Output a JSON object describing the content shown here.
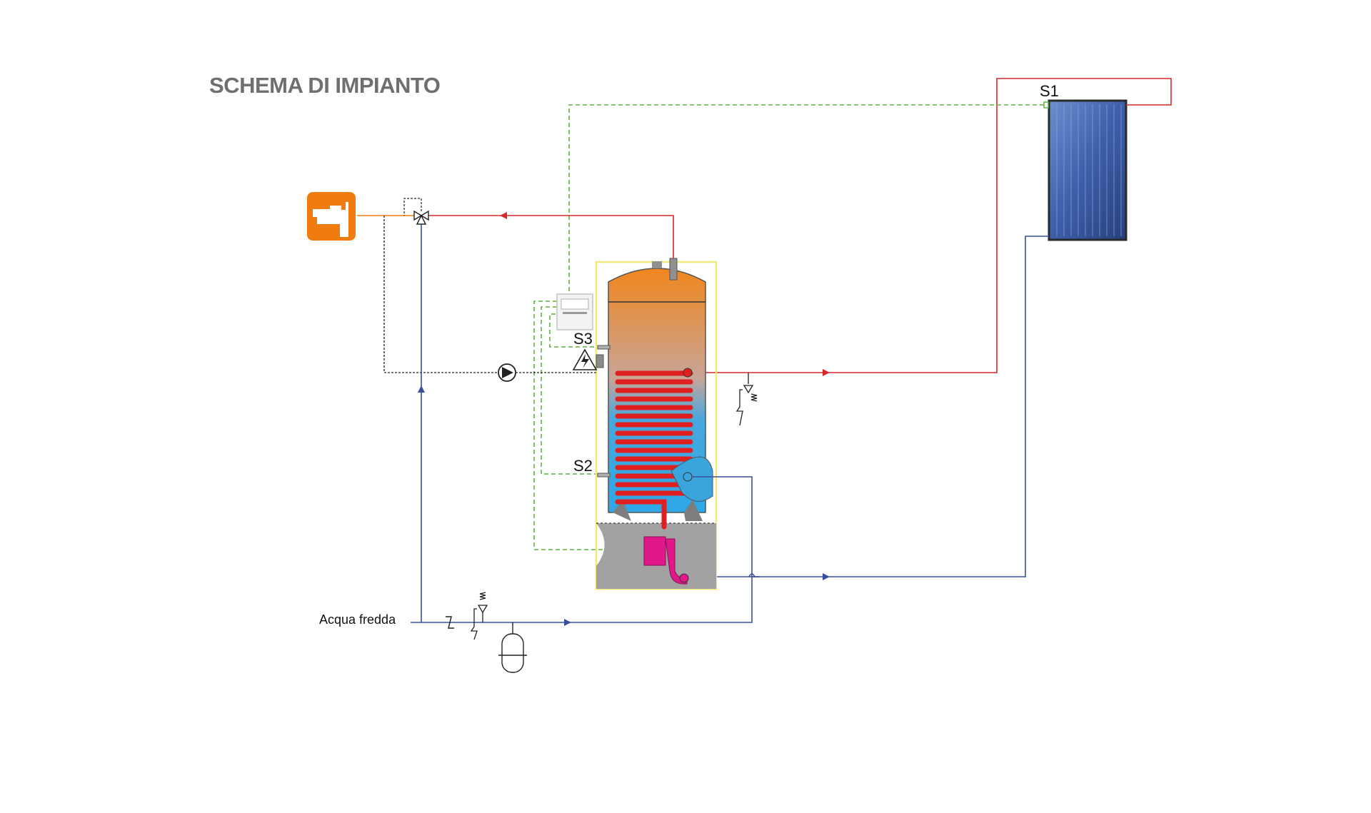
{
  "title": "SCHEMA DI IMPIANTO",
  "labels": {
    "sensor_s1": "S1",
    "sensor_s2": "S2",
    "sensor_s3": "S3",
    "cold_water": "Acqua fredda"
  },
  "colors": {
    "hot_line": "#d42a2a",
    "cold_line": "#3c4e9a",
    "signal_line": "#5fb341",
    "return_line": "#222222",
    "tap_icon": "#f07c10",
    "tank_top": "#f0861e",
    "tank_bottom": "#2ea7e8",
    "coil": "#e02020",
    "heater": "#e0188a",
    "panel": "#3a5a9e",
    "tank_frame": "#f1ea7a"
  },
  "icons": [
    "tap-icon",
    "mixing-valve-icon",
    "pump-icon",
    "electric-warning-icon",
    "safety-valve-icon",
    "check-valve-icon",
    "expansion-vessel-icon",
    "controller-icon",
    "solar-panel-icon"
  ]
}
